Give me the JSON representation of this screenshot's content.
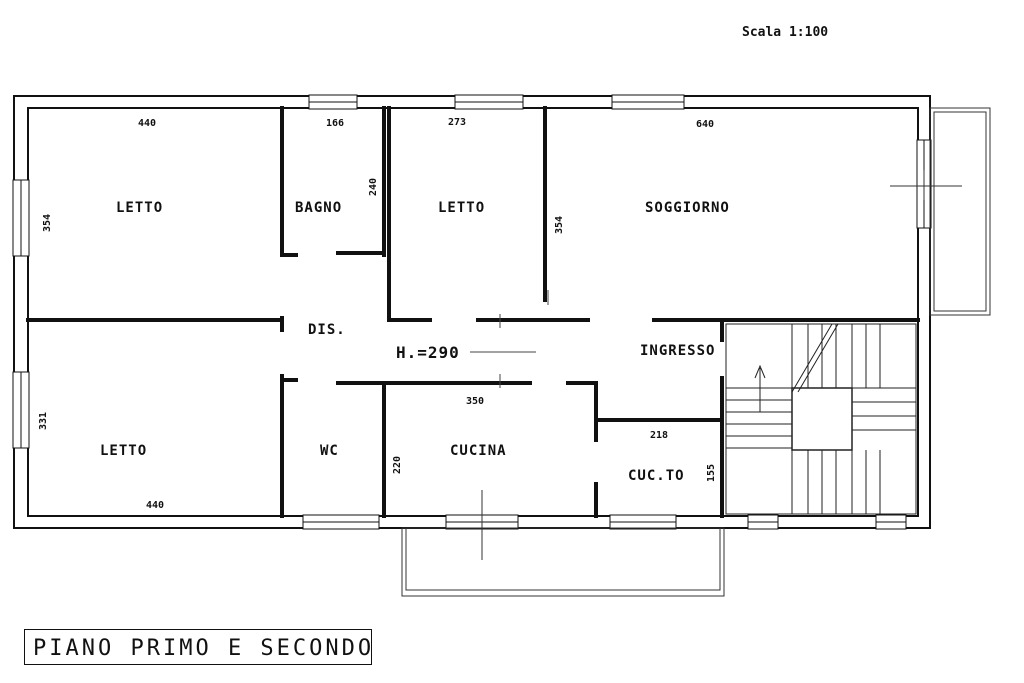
{
  "scale": "Scala 1:100",
  "footer_title": "PIANO PRIMO E SECONDO",
  "height_note": "H.=290",
  "rooms": {
    "letto_nw": "LETTO",
    "bagno": "BAGNO",
    "letto_center": "LETTO",
    "soggiorno": "SOGGIORNO",
    "dis": "DIS.",
    "ingresso": "INGRESSO",
    "letto_sw": "LETTO",
    "wc": "WC",
    "cucina": "CUCINA",
    "cucinotto": "CUC.TO"
  },
  "dimensions": {
    "letto_nw_width": "440",
    "letto_nw_depth": "354",
    "bagno_width": "166",
    "bagno_depth": "240",
    "letto_center_width": "273",
    "letto_center_depth": "354",
    "soggiorno_width": "640",
    "letto_sw_depth": "331",
    "letto_sw_width": "440",
    "cucina_width": "350",
    "cucina_depth": "220",
    "cucinotto_width": "218",
    "cucinotto_depth": "155"
  }
}
